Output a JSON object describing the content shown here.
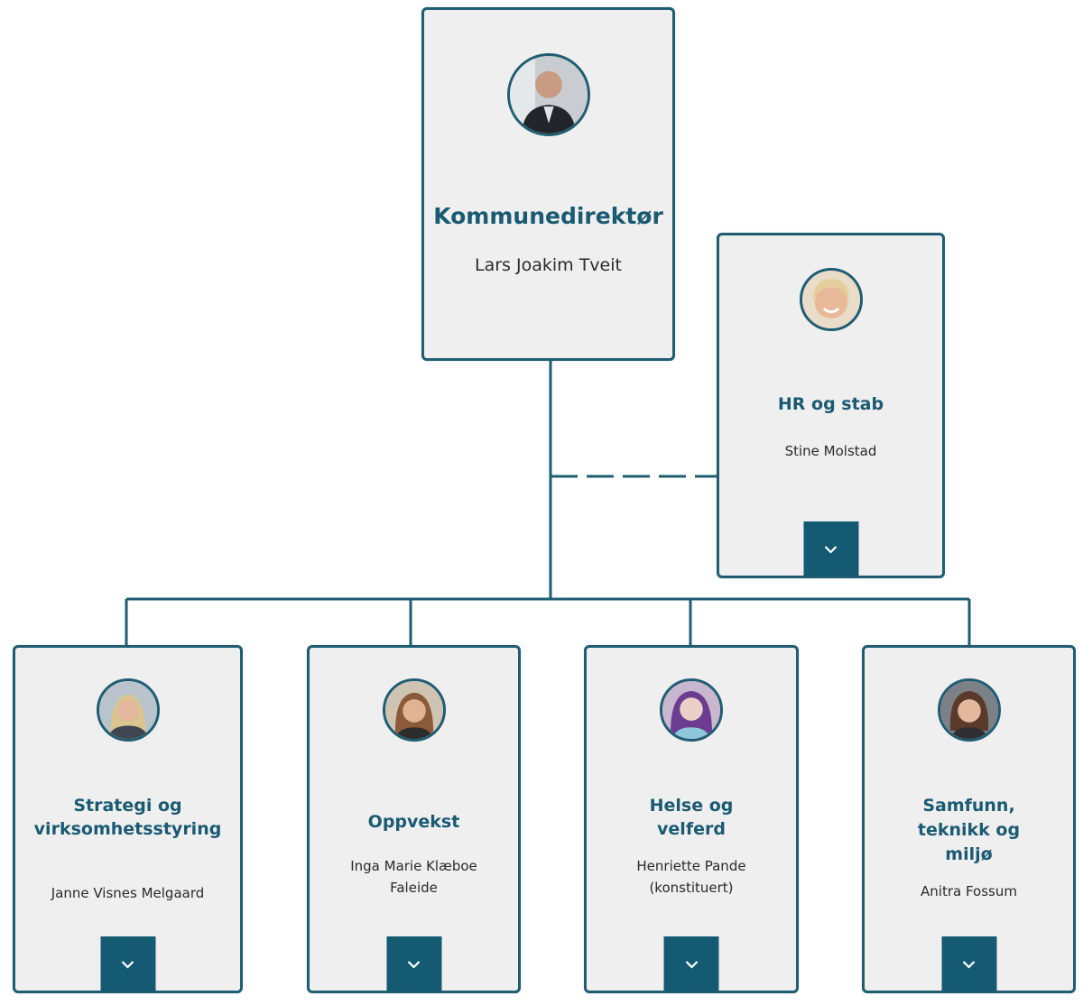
{
  "colors": {
    "accent": "#1f5d72",
    "button": "#145a73",
    "card_bg": "#efefef",
    "title": "#1a5a72"
  },
  "director": {
    "title": "Kommunedirektør",
    "name": "Lars Joakim Tveit",
    "avatar_icon": "person-photo-icon"
  },
  "staff": {
    "title": "HR og stab",
    "name": "Stine Molstad",
    "avatar_icon": "person-photo-icon",
    "expand_icon": "chevron-down-icon"
  },
  "units": [
    {
      "title_lines": [
        "Strategi og",
        "virksomhetsstyring"
      ],
      "name_lines": [
        "Janne Visnes Melgaard"
      ],
      "expand_icon": "chevron-down-icon"
    },
    {
      "title_lines": [
        "Oppvekst"
      ],
      "name_lines": [
        "Inga Marie Klæboe",
        "Faleide"
      ],
      "expand_icon": "chevron-down-icon"
    },
    {
      "title_lines": [
        "Helse og",
        "velferd"
      ],
      "name_lines": [
        "Henriette Pande",
        "(konstituert)"
      ],
      "expand_icon": "chevron-down-icon"
    },
    {
      "title_lines": [
        "Samfunn,",
        "teknikk og",
        "miljø"
      ],
      "name_lines": [
        "Anitra Fossum"
      ],
      "expand_icon": "chevron-down-icon"
    }
  ]
}
